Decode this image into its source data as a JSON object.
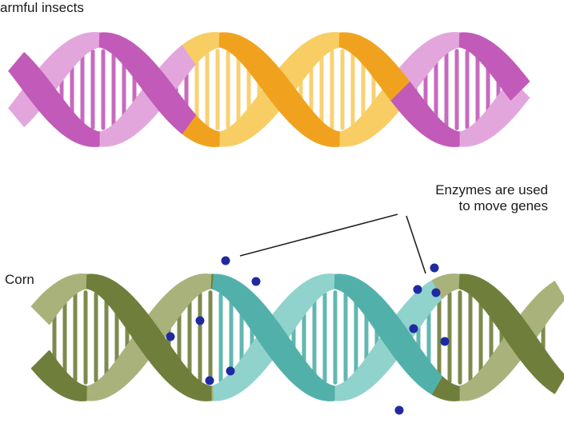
{
  "labels": {
    "top": "armful insects",
    "bottom": "Corn",
    "enzymes_line1": "Enzymes are used",
    "enzymes_line2": "to move genes"
  },
  "colors": {
    "magenta_strand": "#c15ab8",
    "magenta_light": "#e3a6dc",
    "orange_strand": "#f0a21e",
    "orange_light": "#f8cd63",
    "olive_strand": "#6f7e3a",
    "olive_light": "#a8b27a",
    "teal_strand": "#52b0aa",
    "teal_light": "#8fd3cc",
    "enzyme_dot": "#1f2aa0",
    "text": "#1a1a1a"
  }
}
